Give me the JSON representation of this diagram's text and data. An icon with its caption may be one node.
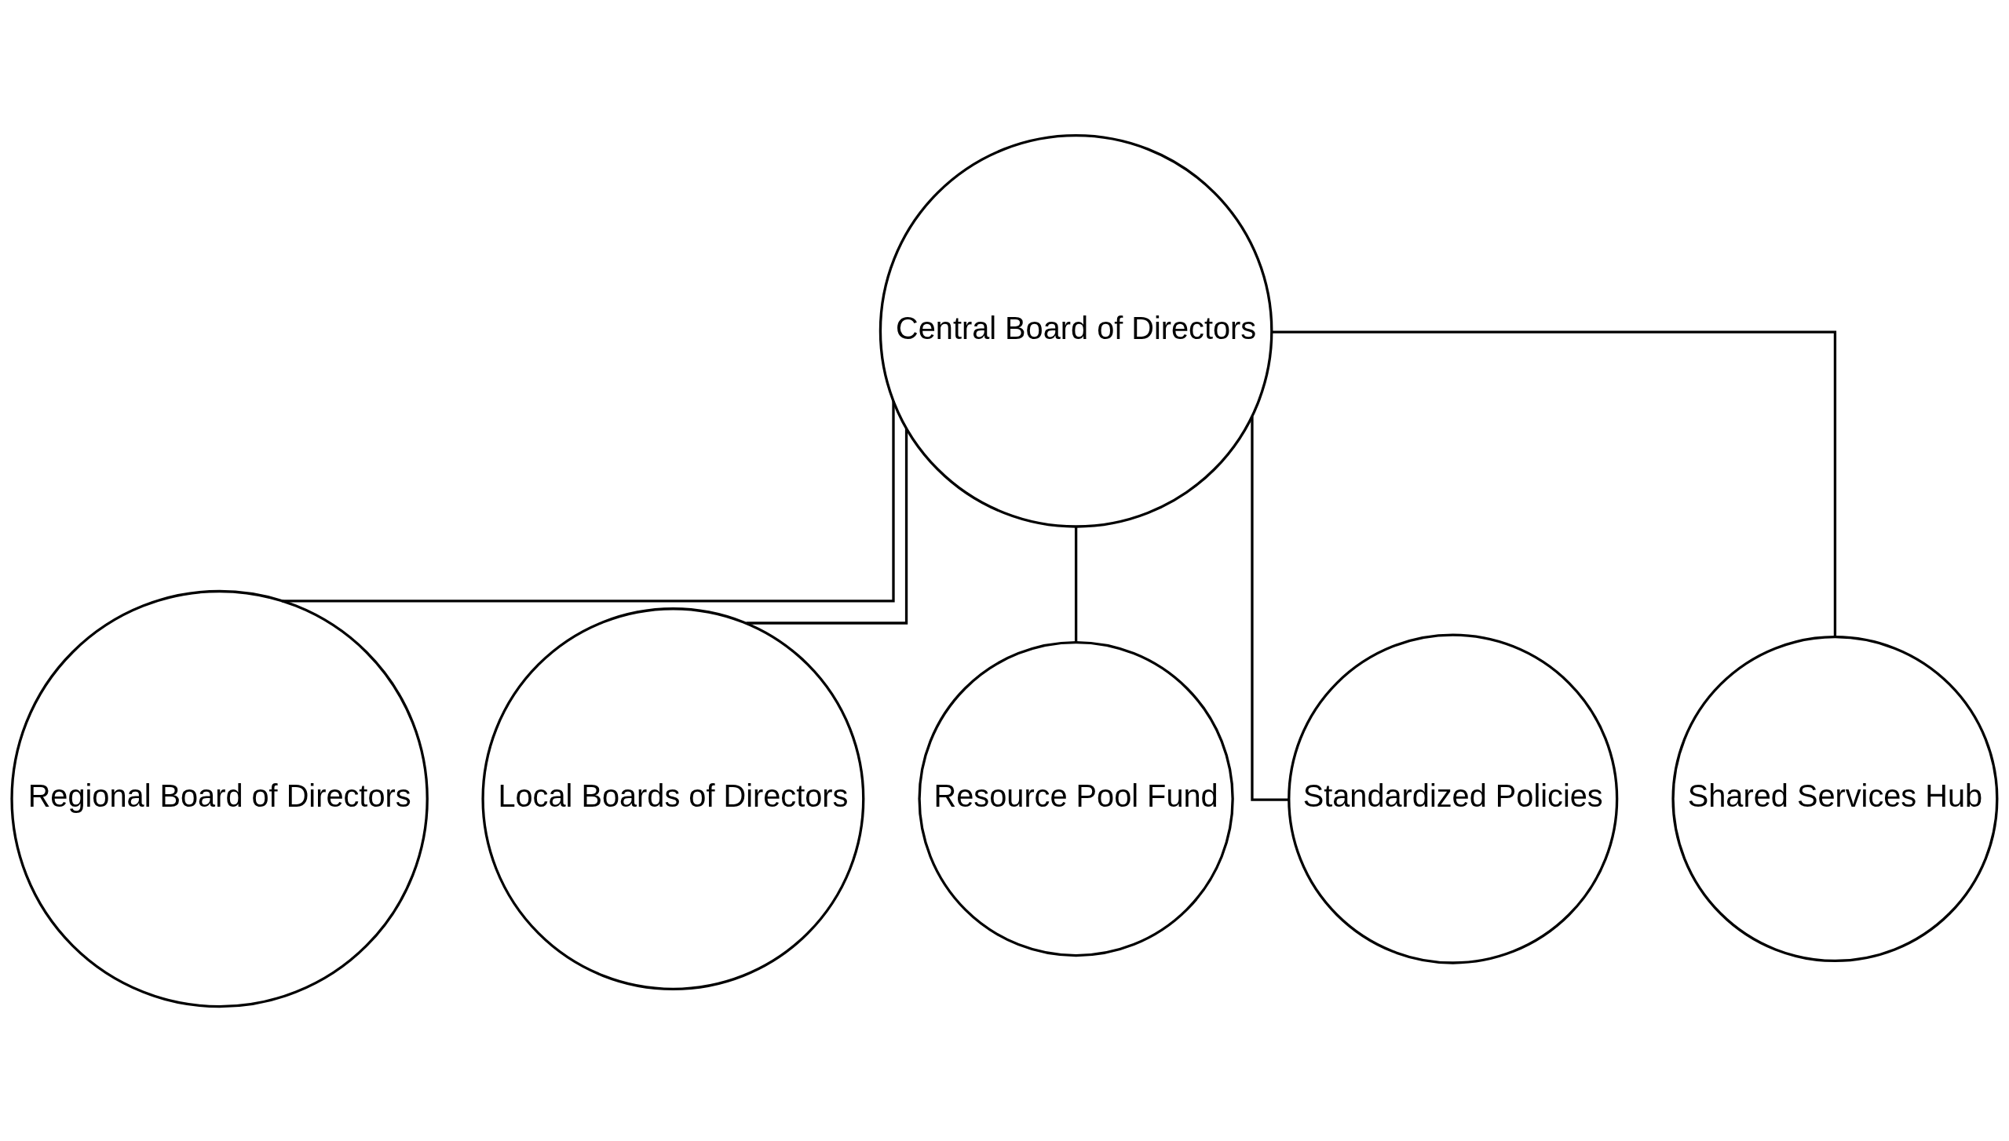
{
  "diagram": {
    "nodes": [
      {
        "text": [
          "Central Board of Directors"
        ]
      },
      {
        "text": [
          "Regional Board of Directors"
        ]
      },
      {
        "text": [
          "Local Boards of Directors"
        ]
      },
      {
        "text": [
          "Resource Pool Fund"
        ]
      },
      {
        "text": [
          "Standardized Policies"
        ]
      },
      {
        "text": [
          "Shared Services Hub"
        ]
      }
    ],
    "edges": [
      {
        "from": 0,
        "to": 1,
        "arrow": "none"
      },
      {
        "from": 0,
        "to": 2,
        "arrow": "none"
      },
      {
        "from": 0,
        "to": 3,
        "arrow": "none"
      },
      {
        "from": 0,
        "to": 4,
        "arrow": "none"
      },
      {
        "from": 0,
        "to": 5,
        "arrow": "none"
      }
    ]
  }
}
